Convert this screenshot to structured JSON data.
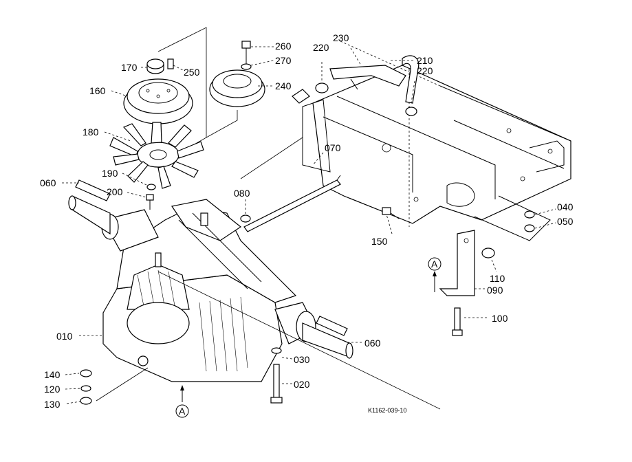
{
  "labels": {
    "p010": "010",
    "p020": "020",
    "p030": "030",
    "p040": "040",
    "p050": "050",
    "p060a": "060",
    "p060b": "060",
    "p070": "070",
    "p080": "080",
    "p090": "090",
    "p100": "100",
    "p110": "110",
    "p120": "120",
    "p130": "130",
    "p140": "140",
    "p150": "150",
    "p160": "160",
    "p170": "170",
    "p180": "180",
    "p190": "190",
    "p200": "200",
    "p210": "210",
    "p220a": "220",
    "p220b": "220",
    "p230": "230",
    "p240": "240",
    "p250": "250",
    "p260": "260",
    "p270": "270",
    "refA1": "A",
    "refA2": "A",
    "drawing_code": "K1162-039-10"
  }
}
